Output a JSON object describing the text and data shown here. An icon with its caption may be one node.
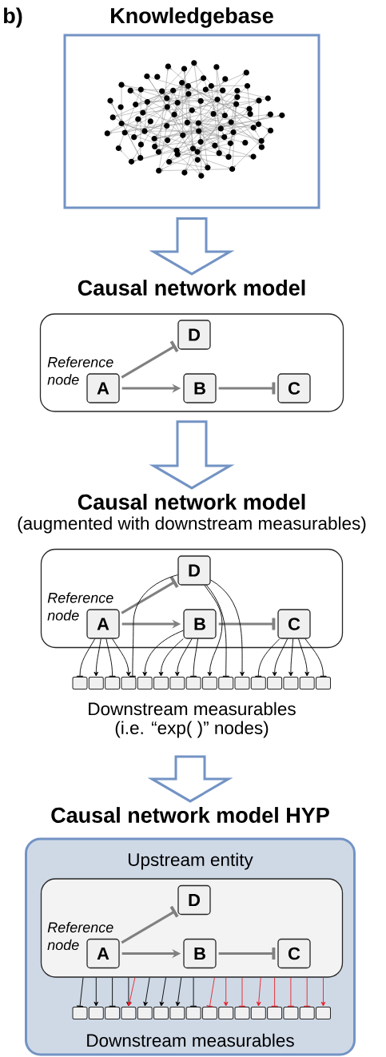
{
  "diagram": {
    "nodes": [
      {
        "text": [
          "Knowledgebase"
        ]
      },
      {
        "text": [
          "Causal network model"
        ]
      },
      {
        "text": [
          "D"
        ],
        "in": 1
      },
      {
        "text": [
          "A"
        ],
        "in": 1,
        "beside": [
          "Reference node"
        ]
      },
      {
        "text": [
          "B"
        ],
        "in": 1
      },
      {
        "text": [
          "C"
        ],
        "in": 1
      },
      {
        "text": [
          "Causal network model",
          "(augmented with downstream measurables)"
        ]
      },
      {
        "text": [
          "D"
        ],
        "in": 6
      },
      {
        "text": [
          "A"
        ],
        "in": 6,
        "beside": [
          "Reference node"
        ]
      },
      {
        "text": [
          "B"
        ],
        "in": 6
      },
      {
        "text": [
          "C"
        ],
        "in": 6
      },
      {
        "text": [],
        "shape": "box"
      },
      {
        "text": [],
        "shape": "box"
      },
      {
        "text": [],
        "shape": "box"
      },
      {
        "text": [],
        "shape": "box"
      },
      {
        "text": [],
        "shape": "box"
      },
      {
        "text": [],
        "shape": "box"
      },
      {
        "text": [],
        "shape": "box"
      },
      {
        "text": [],
        "shape": "box"
      },
      {
        "text": [],
        "shape": "box"
      },
      {
        "text": [],
        "shape": "box"
      },
      {
        "text": [],
        "shape": "box"
      },
      {
        "text": [],
        "shape": "box"
      },
      {
        "text": [],
        "shape": "box"
      },
      {
        "text": [],
        "shape": "box"
      },
      {
        "text": [],
        "shape": "box"
      },
      {
        "text": [],
        "shape": "box"
      },
      {
        "text": [
          "Causal network model HYP",
          "Upstream entity",
          "Downstream measurables"
        ]
      },
      {
        "text": [],
        "shape": "box",
        "in": 27
      },
      {
        "text": [
          "D"
        ],
        "in": 28
      },
      {
        "text": [
          "A"
        ],
        "in": 28,
        "beside": [
          "Reference node"
        ]
      },
      {
        "text": [
          "B"
        ],
        "in": 28
      },
      {
        "text": [
          "C"
        ],
        "in": 28
      },
      {
        "text": [],
        "shape": "box",
        "in": 27
      },
      {
        "text": [],
        "shape": "box",
        "in": 27
      },
      {
        "text": [],
        "shape": "box",
        "in": 27
      },
      {
        "text": [],
        "shape": "box",
        "in": 27
      },
      {
        "text": [],
        "shape": "box",
        "in": 27
      },
      {
        "text": [],
        "shape": "box",
        "in": 27
      },
      {
        "text": [],
        "shape": "box",
        "in": 27
      },
      {
        "text": [],
        "shape": "box",
        "in": 27
      },
      {
        "text": [],
        "shape": "box",
        "in": 27
      },
      {
        "text": [],
        "shape": "box",
        "in": 27
      },
      {
        "text": [],
        "shape": "box",
        "in": 27
      },
      {
        "text": [],
        "shape": "box",
        "in": 27
      },
      {
        "text": [],
        "shape": "box",
        "in": 27
      },
      {
        "text": [],
        "shape": "box",
        "in": 27
      },
      {
        "text": [],
        "shape": "box",
        "in": 27
      },
      {
        "text": [],
        "shape": "box",
        "in": 27
      }
    ],
    "edges": [
      {
        "from": 0,
        "to": 1,
        "arrow": "to",
        "style": "thick",
        "color": "#7393c4"
      },
      {
        "from": 1,
        "to": 6,
        "arrow": "to",
        "style": "thick",
        "color": "#7393c4"
      },
      {
        "from": null,
        "to": 27,
        "arrow": "to",
        "style": "thick",
        "color": "#7393c4"
      },
      {
        "from": 3,
        "to": 2,
        "arrow": "other",
        "style": "thick",
        "color": "#808080"
      },
      {
        "from": 3,
        "to": 4,
        "arrow": "to",
        "style": "thick",
        "color": "#808080"
      },
      {
        "from": 4,
        "to": 5,
        "arrow": "other",
        "style": "thick",
        "color": "#808080"
      },
      {
        "from": 8,
        "to": 7,
        "arrow": "other",
        "style": "thick",
        "color": "#808080"
      },
      {
        "from": 8,
        "to": 9,
        "arrow": "to",
        "style": "thick",
        "color": "#808080"
      },
      {
        "from": 9,
        "to": 10,
        "arrow": "other",
        "style": "thick",
        "color": "#808080"
      },
      {
        "from": 8,
        "to": 11,
        "arrow": "other"
      },
      {
        "from": 8,
        "to": 12,
        "arrow": "to"
      },
      {
        "from": 8,
        "to": 13,
        "arrow": "other"
      },
      {
        "from": 8,
        "to": 14,
        "arrow": "to"
      },
      {
        "from": 7,
        "to": 14,
        "arrow": "other"
      },
      {
        "from": 7,
        "to": 19,
        "arrow": "to"
      },
      {
        "from": 7,
        "to": 20,
        "arrow": "other"
      },
      {
        "from": 7,
        "to": 21,
        "arrow": "to"
      },
      {
        "from": 9,
        "to": 15,
        "arrow": "to"
      },
      {
        "from": 9,
        "to": 16,
        "arrow": "to"
      },
      {
        "from": 9,
        "to": 17,
        "arrow": "to"
      },
      {
        "from": 9,
        "to": 18,
        "arrow": "other"
      },
      {
        "from": 10,
        "to": 22,
        "arrow": "other"
      },
      {
        "from": 10,
        "to": 23,
        "arrow": "to"
      },
      {
        "from": 10,
        "to": 24,
        "arrow": "to"
      },
      {
        "from": 10,
        "to": 25,
        "arrow": "to"
      },
      {
        "from": 10,
        "to": 26,
        "arrow": "other"
      },
      {
        "from": 30,
        "to": 29,
        "arrow": "other",
        "style": "thick",
        "color": "#808080"
      },
      {
        "from": 30,
        "to": 31,
        "arrow": "to",
        "style": "thick",
        "color": "#808080"
      },
      {
        "from": 31,
        "to": 32,
        "arrow": "other",
        "style": "thick",
        "color": "#808080"
      },
      {
        "from": 28,
        "to": 33,
        "arrow": "other"
      },
      {
        "from": 28,
        "to": 34,
        "arrow": "to"
      },
      {
        "from": 28,
        "to": 35,
        "arrow": "other"
      },
      {
        "from": 28,
        "to": 36,
        "arrow": "to"
      },
      {
        "from": 28,
        "to": 37,
        "arrow": "to"
      },
      {
        "from": 28,
        "to": 38,
        "arrow": "to"
      },
      {
        "from": 28,
        "to": 39,
        "arrow": "to"
      },
      {
        "from": 28,
        "to": 40,
        "arrow": "other"
      },
      {
        "from": 28,
        "to": 36,
        "arrow": "to",
        "color": "#e8202a"
      },
      {
        "from": 28,
        "to": 41,
        "arrow": "other",
        "color": "#e8202a"
      },
      {
        "from": 28,
        "to": 42,
        "arrow": "to",
        "color": "#e8202a"
      },
      {
        "from": 28,
        "to": 43,
        "arrow": "other",
        "color": "#e8202a"
      },
      {
        "from": 28,
        "to": 44,
        "arrow": "to",
        "color": "#e8202a"
      },
      {
        "from": 28,
        "to": 45,
        "arrow": "other",
        "color": "#e8202a"
      },
      {
        "from": 28,
        "to": 46,
        "arrow": "other",
        "color": "#e8202a"
      },
      {
        "from": 28,
        "to": 47,
        "arrow": "other",
        "color": "#e8202a"
      },
      {
        "from": 28,
        "to": 48,
        "arrow": "to",
        "color": "#e8202a"
      }
    ],
    "labels": [
      "b)",
      "Downstream measurables",
      "(i.e. “exp( )” nodes)"
    ]
  }
}
